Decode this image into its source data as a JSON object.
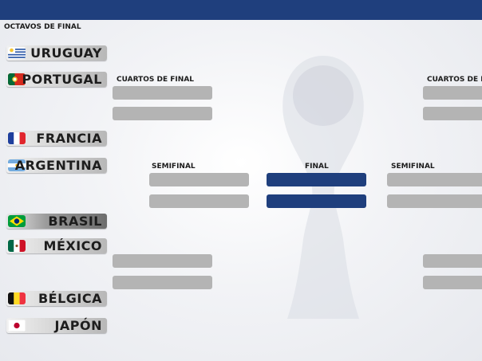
{
  "headings": {
    "round_of_16": "OCTAVOS DE FINAL",
    "quarter_left": "CUARTOS DE FINAL",
    "quarter_right": "CUARTOS DE FI",
    "semi_left": "SEMIFINAL",
    "final": "FINAL",
    "semi_right": "SEMIFINAL"
  },
  "teams": [
    {
      "name": "URUGUAY",
      "flag": "uruguay-flag-icon"
    },
    {
      "name": "PORTUGAL",
      "flag": "portugal-flag-icon"
    },
    {
      "name": "FRANCIA",
      "flag": "france-flag-icon"
    },
    {
      "name": "ARGENTINA",
      "flag": "argentina-flag-icon"
    },
    {
      "name": "BRASIL",
      "flag": "brazil-flag-icon"
    },
    {
      "name": "MÉXICO",
      "flag": "mexico-flag-icon"
    },
    {
      "name": "BÉLGICA",
      "flag": "belgium-flag-icon"
    },
    {
      "name": "JAPÓN",
      "flag": "japan-flag-icon"
    }
  ],
  "colors": {
    "accent": "#1f3f7d",
    "slot": "#b4b4b4"
  }
}
